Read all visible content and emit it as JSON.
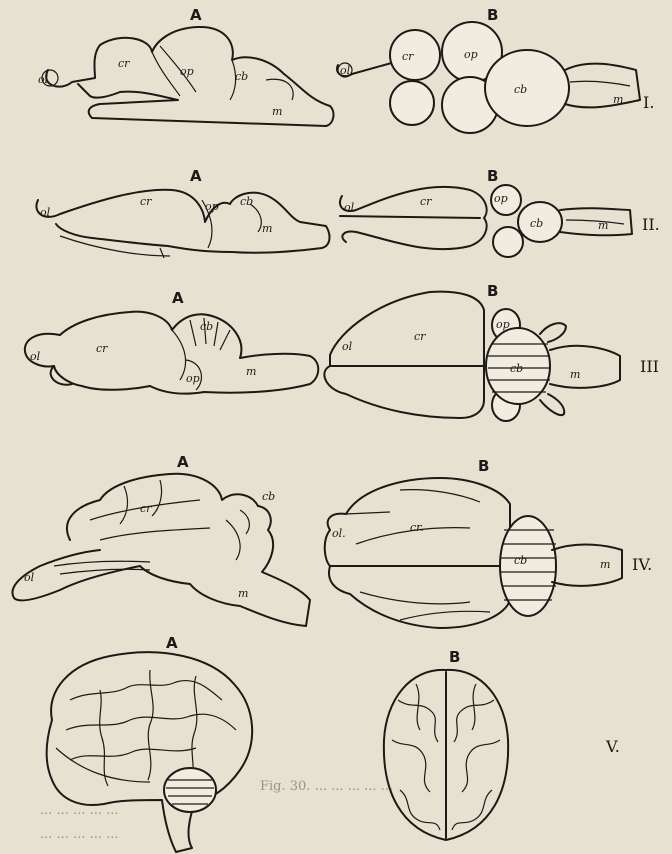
{
  "rows": [
    {
      "roman": "I.",
      "a": {
        "header": "A",
        "labels": [
          "ol",
          "cr",
          "op",
          "cb",
          "m"
        ]
      },
      "b": {
        "header": "B",
        "labels": [
          "ol",
          "cr",
          "op",
          "cb",
          "m"
        ]
      }
    },
    {
      "roman": "II.",
      "a": {
        "header": "A",
        "labels": [
          "ol",
          "cr",
          "op",
          "cb",
          "m"
        ]
      },
      "b": {
        "header": "B",
        "labels": [
          "ol",
          "cr",
          "op",
          "cb",
          "m"
        ]
      }
    },
    {
      "roman": "III",
      "a": {
        "header": "A",
        "labels": [
          "ol",
          "cr",
          "cb",
          "op",
          "m"
        ]
      },
      "b": {
        "header": "B",
        "labels": [
          "ol",
          "cr",
          "op",
          "cb",
          "m"
        ]
      }
    },
    {
      "roman": "IV.",
      "a": {
        "header": "A",
        "labels": [
          "ol",
          "cr",
          "cb",
          "m"
        ]
      },
      "b": {
        "header": "B",
        "labels": [
          "ol.",
          "cr.",
          "cb",
          "m"
        ]
      }
    },
    {
      "roman": "V.",
      "a": {
        "header": "A",
        "labels": []
      },
      "b": {
        "header": "B",
        "labels": []
      }
    }
  ],
  "caption": {
    "line1": "Fig. 30. ... ... ... ... ...",
    "line2": "... ... ... ... ...",
    "line3": "... ... ... ... ..."
  }
}
